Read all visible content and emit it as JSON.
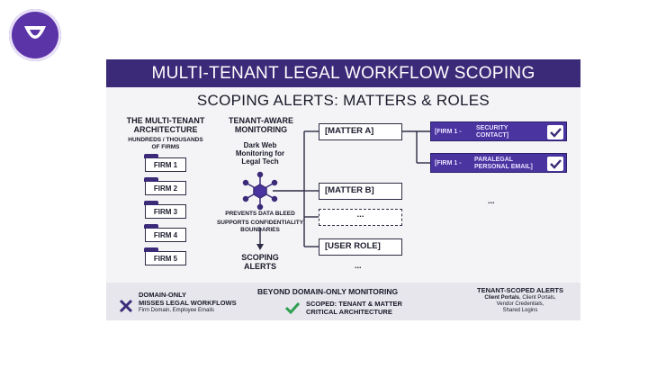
{
  "title": "MULTI-TENANT LEGAL WORKFLOW SCOPING",
  "subtitle": "SCOPING ALERTS: MATTERS & ROLES",
  "left_column": {
    "heading_line1": "THE MULTI-TENANT",
    "heading_line2": "ARCHITECTURE",
    "note_line1": "HUNDREDS / THOUSANDS",
    "note_line2": "OF FIRMS",
    "firms": [
      "FIRM 1",
      "FIRM 2",
      "FIRM 3",
      "FIRM 4",
      "FIRM 5"
    ]
  },
  "middle_column": {
    "heading_line1": "TENANT-AWARE",
    "heading_line2": "MONITORING",
    "dw_line1": "Dark Web",
    "dw_line2": "Monitoring for",
    "dw_line3": "Legal Tech",
    "bleed": "PREVENTS DATA BLEED",
    "conf_line1": "SUPPORTS CONFIDENTIALITY",
    "conf_line2": "BOUNDARIES",
    "scoping_line1": "SCOPING",
    "scoping_line2": "ALERTS"
  },
  "tree": {
    "matter_a": "[MATTER A]",
    "matter_b": "[MATTER B]",
    "ellipsis": "...",
    "user_role": "[USER ROLE]",
    "more": "..."
  },
  "alerts": [
    {
      "prefix": "[FIRM 1 -",
      "line1": "SECURITY",
      "line2": "CONTACT]"
    },
    {
      "prefix": "[FIRM 1 -",
      "line1": "PARALEGAL",
      "line2": "PERSONAL EMAIL]"
    }
  ],
  "alerts_more": "...",
  "footer": {
    "bad_line1": "DOMAIN-ONLY",
    "bad_line2": "MISSES LEGAL WORKFLOWS",
    "bad_note": "Firm Domain, Employee Emails",
    "beyond": "BEYOND DOMAIN-ONLY MONITORING",
    "good_line1": "SCOPED: TENANT & MATTER",
    "good_line2": "CRITICAL ARCHITECTURE",
    "tenant_heading": "TENANT-SCOPED ALERTS",
    "tenant_line1_bold": "Client Portals",
    "tenant_line1_rest": ", Client Portals,",
    "tenant_line2": "Vendor Credentials,",
    "tenant_line3": "Shared Logins"
  },
  "colors": {
    "brand": "#3b2a78",
    "alert": "#4a34a0",
    "good": "#2e9e4f",
    "bad": "#3b2a78"
  },
  "icons": [
    "logo-icon",
    "folder-icon",
    "network-hub-icon",
    "down-arrow-icon",
    "check-icon",
    "x-icon"
  ]
}
